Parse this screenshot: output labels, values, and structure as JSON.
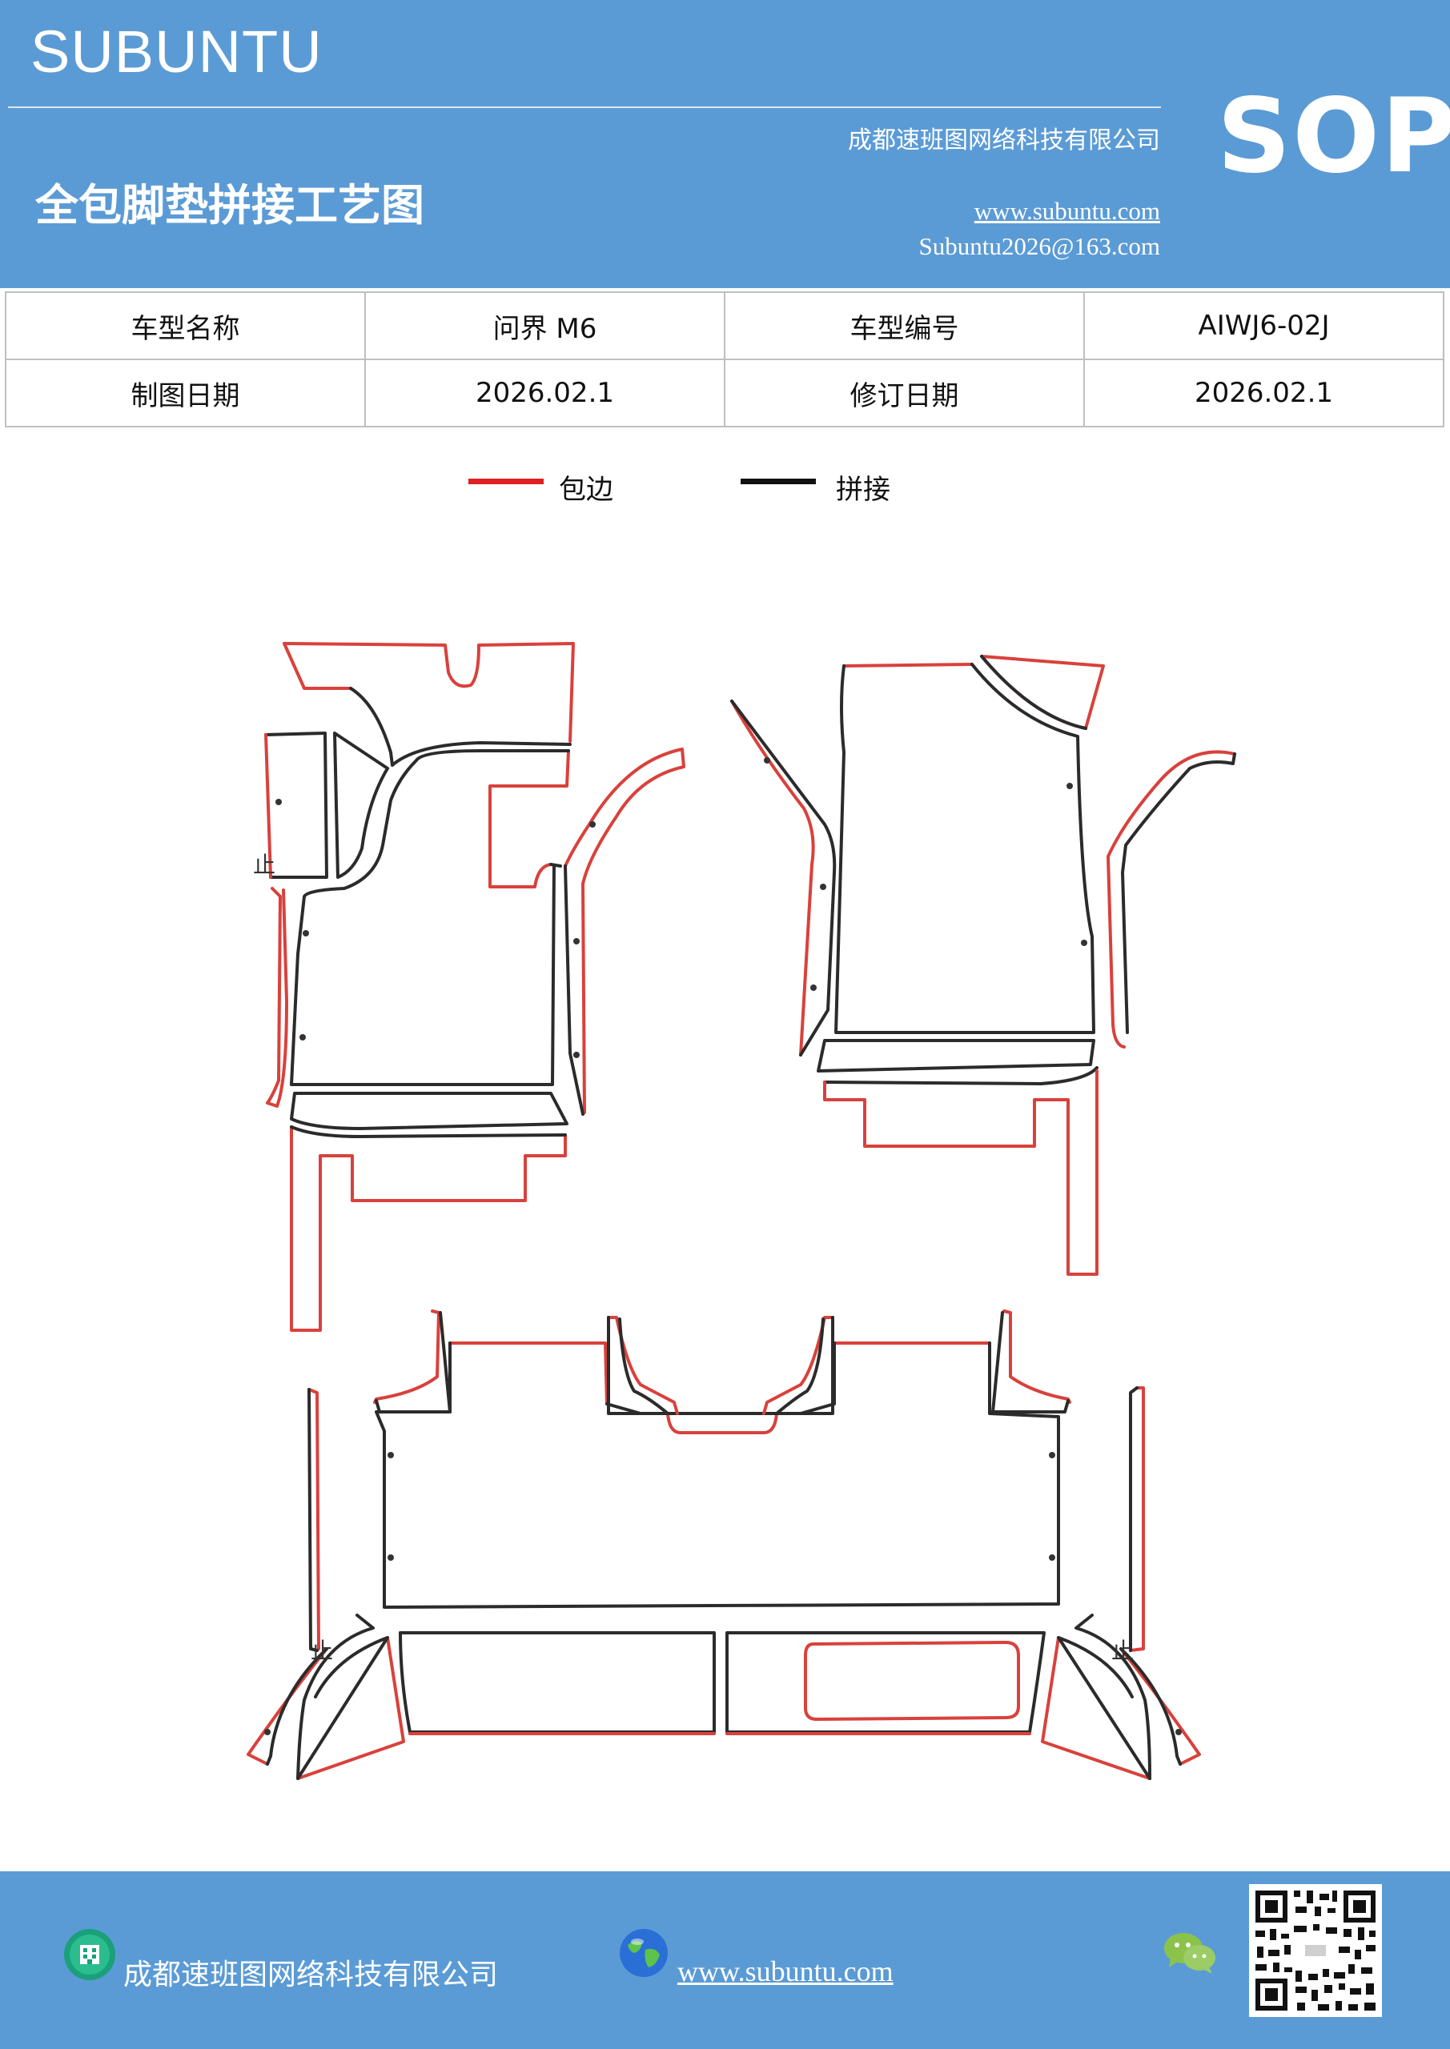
{
  "header": {
    "brand": "SUBUNTU",
    "company": "成都速班图网络科技有限公司",
    "title": "全包脚垫拼接工艺图",
    "website": "www.subuntu.com",
    "email": "Subuntu2026@163.com",
    "badge": "SOP",
    "background_color": "#5b9bd5"
  },
  "info_table": {
    "rows": [
      [
        "车型名称",
        "问界 M6",
        "车型编号",
        "AIWJ6-02J"
      ],
      [
        "制图日期",
        "2026.02.1",
        "修订日期",
        "2026.02.1"
      ]
    ]
  },
  "legend": {
    "items": [
      {
        "label": "包边",
        "color": "#e02020"
      },
      {
        "label": "拼接",
        "color": "#111111"
      }
    ]
  },
  "diagram": {
    "marks": [
      "止",
      "止",
      "止"
    ],
    "edge_color": "#d9413c",
    "seam_color": "#2b2b2b"
  },
  "footer": {
    "company": "成都速班图网络科技有限公司",
    "website": "www.subuntu.com",
    "icons": [
      "building-icon",
      "globe-icon",
      "wechat-icon",
      "qr-code"
    ]
  }
}
